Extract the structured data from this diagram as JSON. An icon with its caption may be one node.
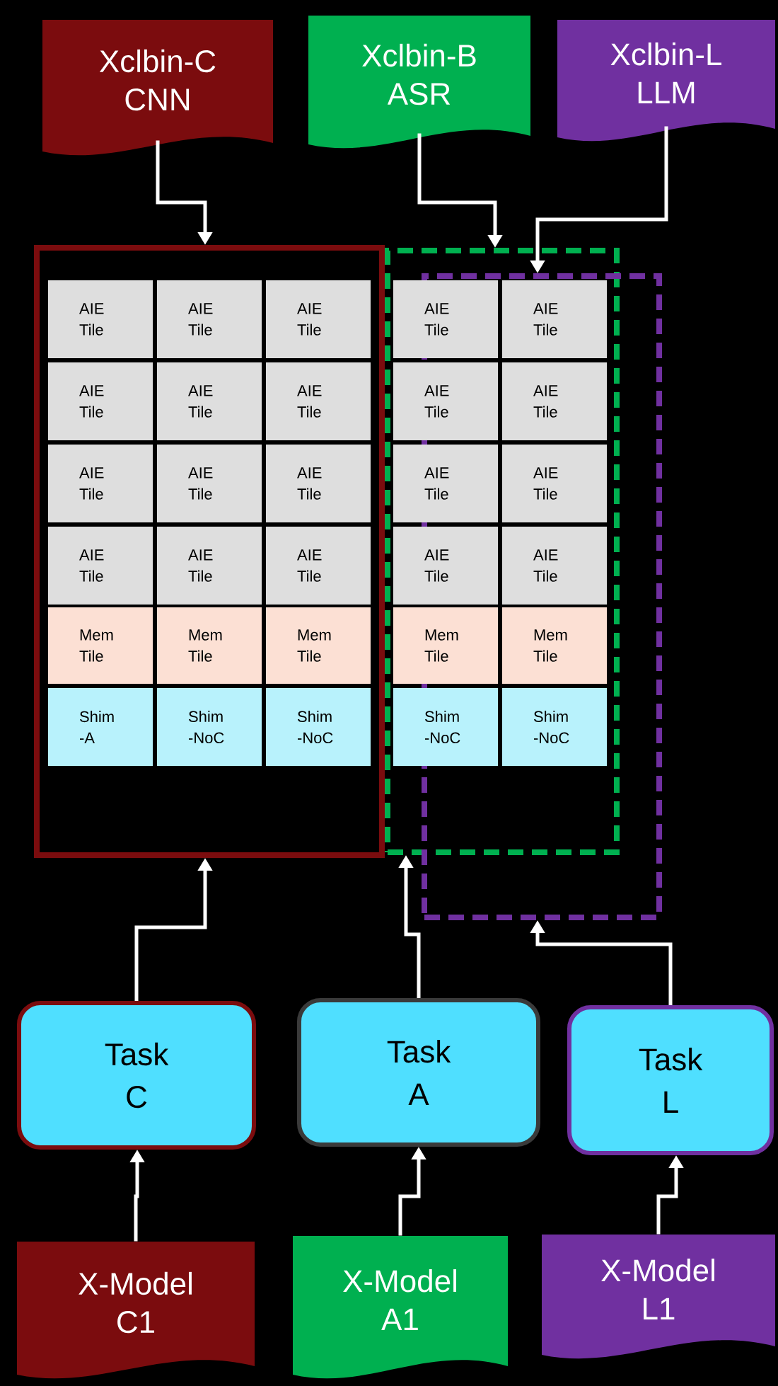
{
  "diagram": {
    "nodes": [
      {
        "text": [
          "Xclbin-C CNN"
        ]
      },
      {
        "text": [
          "Xclbin-B ASR"
        ]
      },
      {
        "text": [
          "Xclbin-L LLM"
        ]
      },
      {
        "text": [],
        "shape": "box"
      },
      {
        "text": [],
        "shape": "box"
      },
      {
        "text": [],
        "shape": "box"
      },
      {
        "text": [
          "AIE Tile"
        ],
        "in": 3
      },
      {
        "text": [
          "AIE Tile"
        ],
        "in": 3
      },
      {
        "text": [
          "AIE Tile"
        ],
        "in": 3
      },
      {
        "text": [
          "AIE Tile"
        ],
        "in": 4
      },
      {
        "text": [
          "AIE Tile"
        ],
        "in": 4
      },
      {
        "text": [
          "AIE Tile"
        ],
        "in": 3
      },
      {
        "text": [
          "AIE Tile"
        ],
        "in": 3
      },
      {
        "text": [
          "AIE Tile"
        ],
        "in": 3
      },
      {
        "text": [
          "AIE Tile"
        ],
        "in": 4
      },
      {
        "text": [
          "AIE Tile"
        ],
        "in": 4
      },
      {
        "text": [
          "AIE Tile"
        ],
        "in": 3
      },
      {
        "text": [
          "AIE Tile"
        ],
        "in": 3
      },
      {
        "text": [
          "AIE Tile"
        ],
        "in": 3
      },
      {
        "text": [
          "AIE Tile"
        ],
        "in": 4
      },
      {
        "text": [
          "AIE Tile"
        ],
        "in": 4
      },
      {
        "text": [
          "AIE Tile"
        ],
        "in": 3
      },
      {
        "text": [
          "AIE Tile"
        ],
        "in": 3
      },
      {
        "text": [
          "AIE Tile"
        ],
        "in": 3
      },
      {
        "text": [
          "AIE Tile"
        ],
        "in": 4
      },
      {
        "text": [
          "AIE Tile"
        ],
        "in": 4
      },
      {
        "text": [
          "Mem Tile"
        ],
        "in": 3
      },
      {
        "text": [
          "Mem Tile"
        ],
        "in": 3
      },
      {
        "text": [
          "Mem Tile"
        ],
        "in": 3
      },
      {
        "text": [
          "Mem Tile"
        ],
        "in": 4
      },
      {
        "text": [
          "Mem Tile"
        ],
        "in": 4
      },
      {
        "text": [
          "Shim -A"
        ],
        "in": 3
      },
      {
        "text": [
          "Shim -NoC"
        ],
        "in": 3
      },
      {
        "text": [
          "Shim -NoC"
        ],
        "in": 3
      },
      {
        "text": [
          "Shim -NoC"
        ],
        "in": 4
      },
      {
        "text": [
          "Shim -NoC"
        ],
        "in": 4
      },
      {
        "text": [
          "Task C"
        ]
      },
      {
        "text": [
          "Task A"
        ]
      },
      {
        "text": [
          "Task L"
        ]
      },
      {
        "text": [
          "X-Model C1"
        ]
      },
      {
        "text": [
          "X-Model A1"
        ]
      },
      {
        "text": [
          "X-Model L1"
        ]
      }
    ],
    "edges": [
      {
        "from": 0,
        "to": 3,
        "arrow": "to"
      },
      {
        "from": 1,
        "to": 4,
        "arrow": "to"
      },
      {
        "from": 2,
        "to": 5,
        "arrow": "to"
      },
      {
        "from": 36,
        "to": 3,
        "arrow": "to"
      },
      {
        "from": 37,
        "to": 4,
        "arrow": "to"
      },
      {
        "from": 38,
        "to": 5,
        "arrow": "to"
      },
      {
        "from": 39,
        "to": 36,
        "arrow": "to"
      },
      {
        "from": 40,
        "to": 37,
        "arrow": "to"
      },
      {
        "from": 41,
        "to": 38,
        "arrow": "to"
      }
    ]
  }
}
